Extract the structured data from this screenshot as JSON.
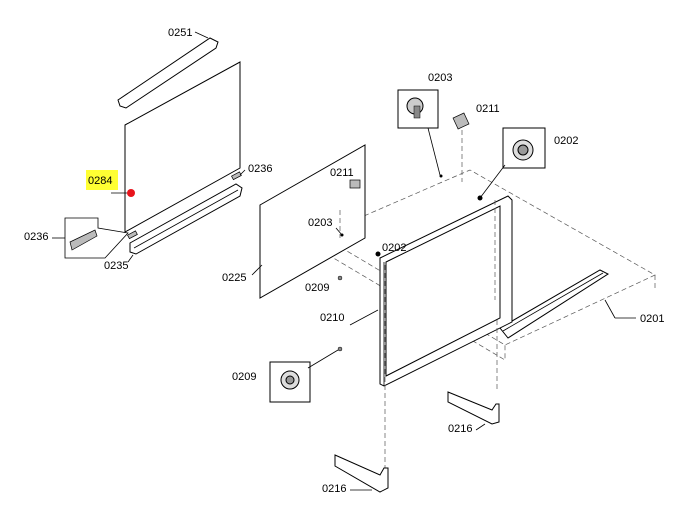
{
  "diagram": {
    "highlight_color": "#ffff33",
    "marker_color": "#e8141c",
    "labels": {
      "p0251": "0251",
      "p0284": "0284",
      "p0236a": "0236",
      "p0236b": "0236",
      "p0235": "0235",
      "p0225": "0225",
      "p0211a": "0211",
      "p0211b": "0211",
      "p0203a": "0203",
      "p0203b": "0203",
      "p0202a": "0202",
      "p0202b": "0202",
      "p0209a": "0209",
      "p0209b": "0209",
      "p0210": "0210",
      "p0201": "0201",
      "p0216a": "0216",
      "p0216b": "0216"
    }
  }
}
